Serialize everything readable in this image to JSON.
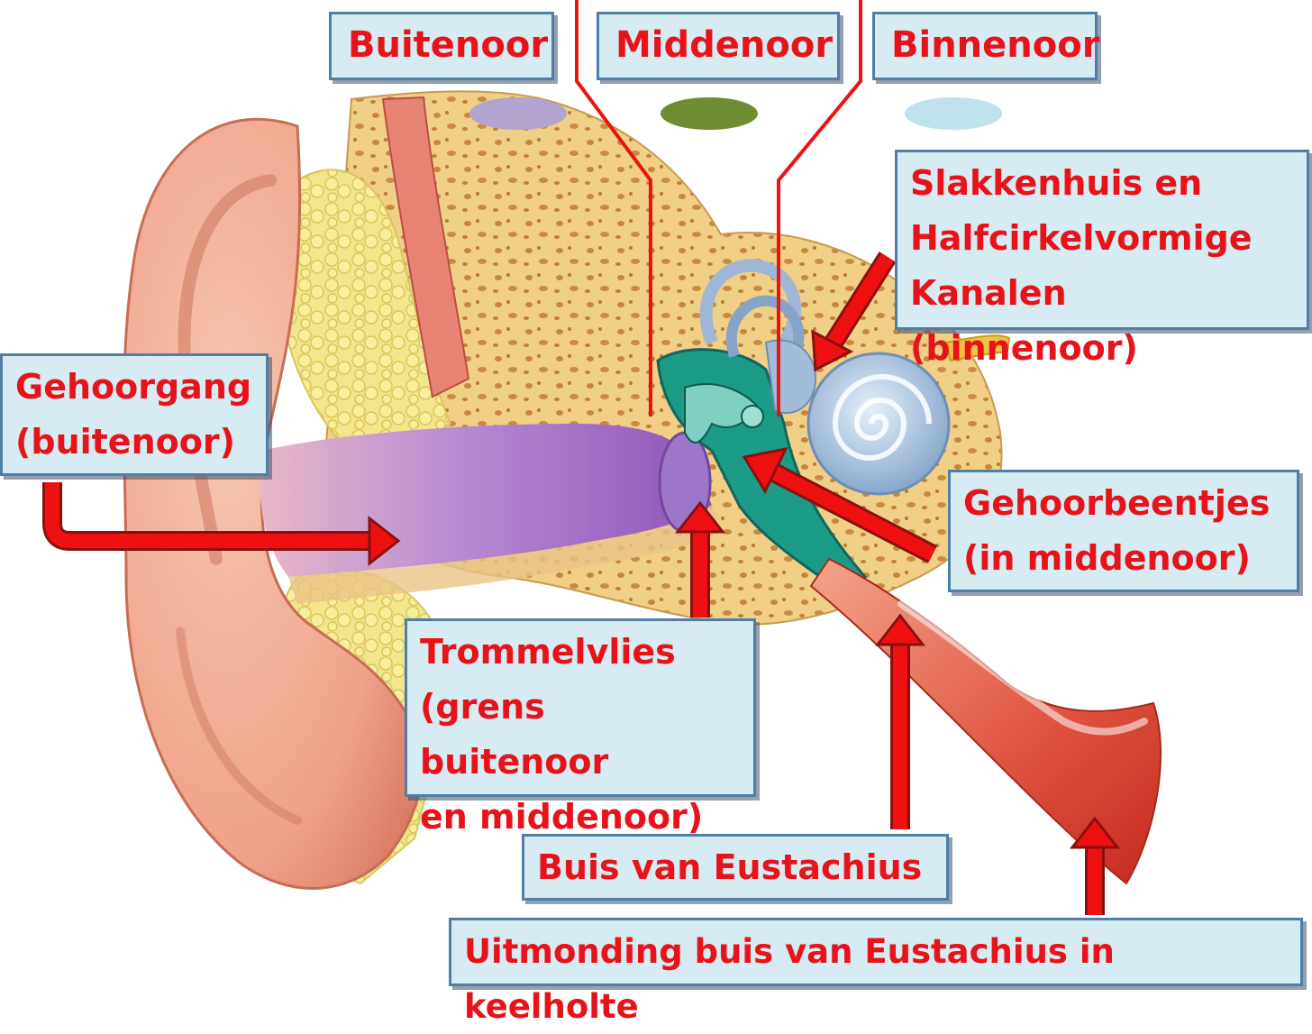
{
  "labels": {
    "buitenoor": "Buitenoor",
    "middenoor": "Middenoor",
    "binnenoor": "Binnenoor",
    "slakkenhuis": "Slakkenhuis en\nHalfcirkelvormige\nKanalen (binnenoor)",
    "gehoorgang": "Gehoorgang\n(buitenoor)",
    "gehoorbeentjes": "Gehoorbeentjes\n(in middenoor)",
    "trommelvlies": "Trommelvlies\n(grens buitenoor\nen middenoor)",
    "buis": "Buis van Eustachius",
    "uitmonding": "Uitmonding buis van Eustachius in keelholte"
  },
  "legend": {
    "buitenoor_color": "#b3a3cf",
    "middenoor_color": "#6f8c33",
    "binnenoor_color": "#bfe2ec"
  },
  "colors": {
    "label_text": "#e8131a",
    "label_bg": "#d6ebf2",
    "label_border": "#4f7fa6",
    "arrow": "#ef1111",
    "divider_line": "#ee1111"
  }
}
